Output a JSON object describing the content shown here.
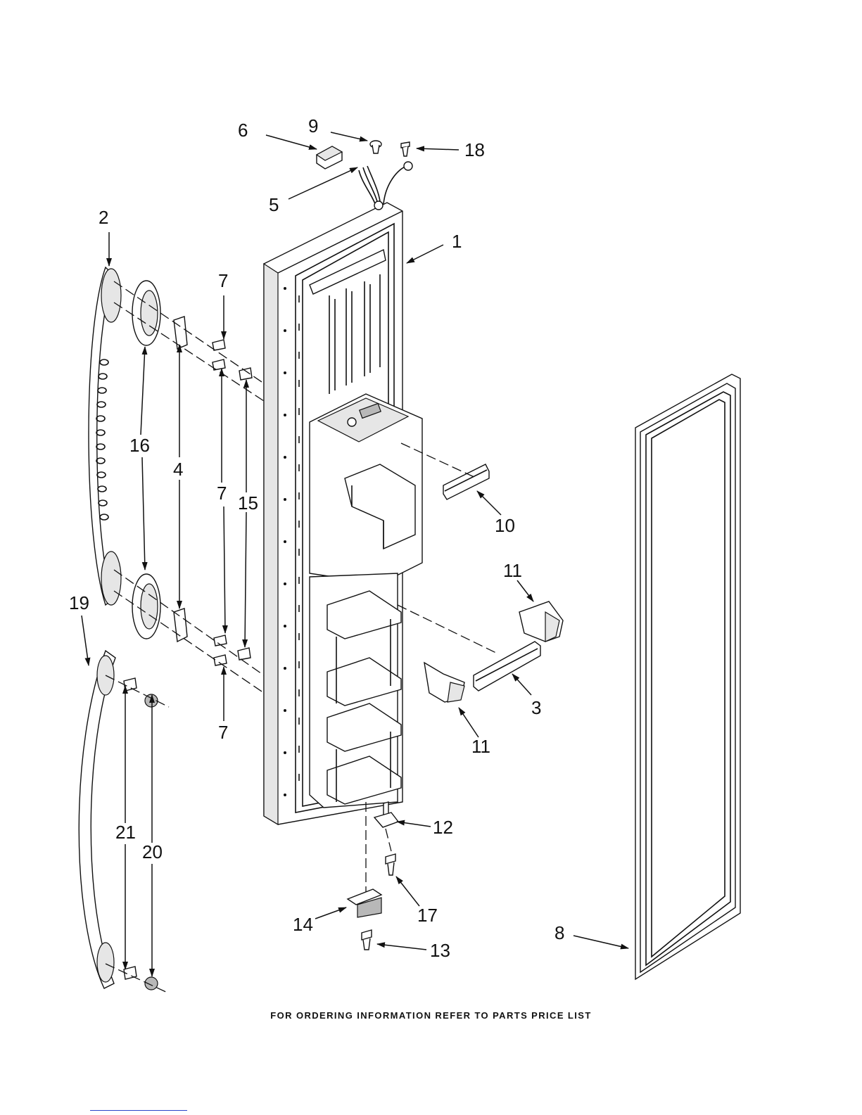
{
  "footer_text": "FOR ORDERING INFORMATION REFER TO PARTS PRICE LIST",
  "callouts": {
    "c1": "1",
    "c2": "2",
    "c3": "3",
    "c4": "4",
    "c5": "5",
    "c6": "6",
    "c7a": "7",
    "c7b": "7",
    "c7c": "7",
    "c8": "8",
    "c9": "9",
    "c10": "10",
    "c11a": "11",
    "c11b": "11",
    "c12": "12",
    "c13": "13",
    "c14": "14",
    "c15": "15",
    "c16": "16",
    "c17": "17",
    "c18": "18",
    "c19": "19",
    "c20": "20",
    "c21": "21"
  }
}
